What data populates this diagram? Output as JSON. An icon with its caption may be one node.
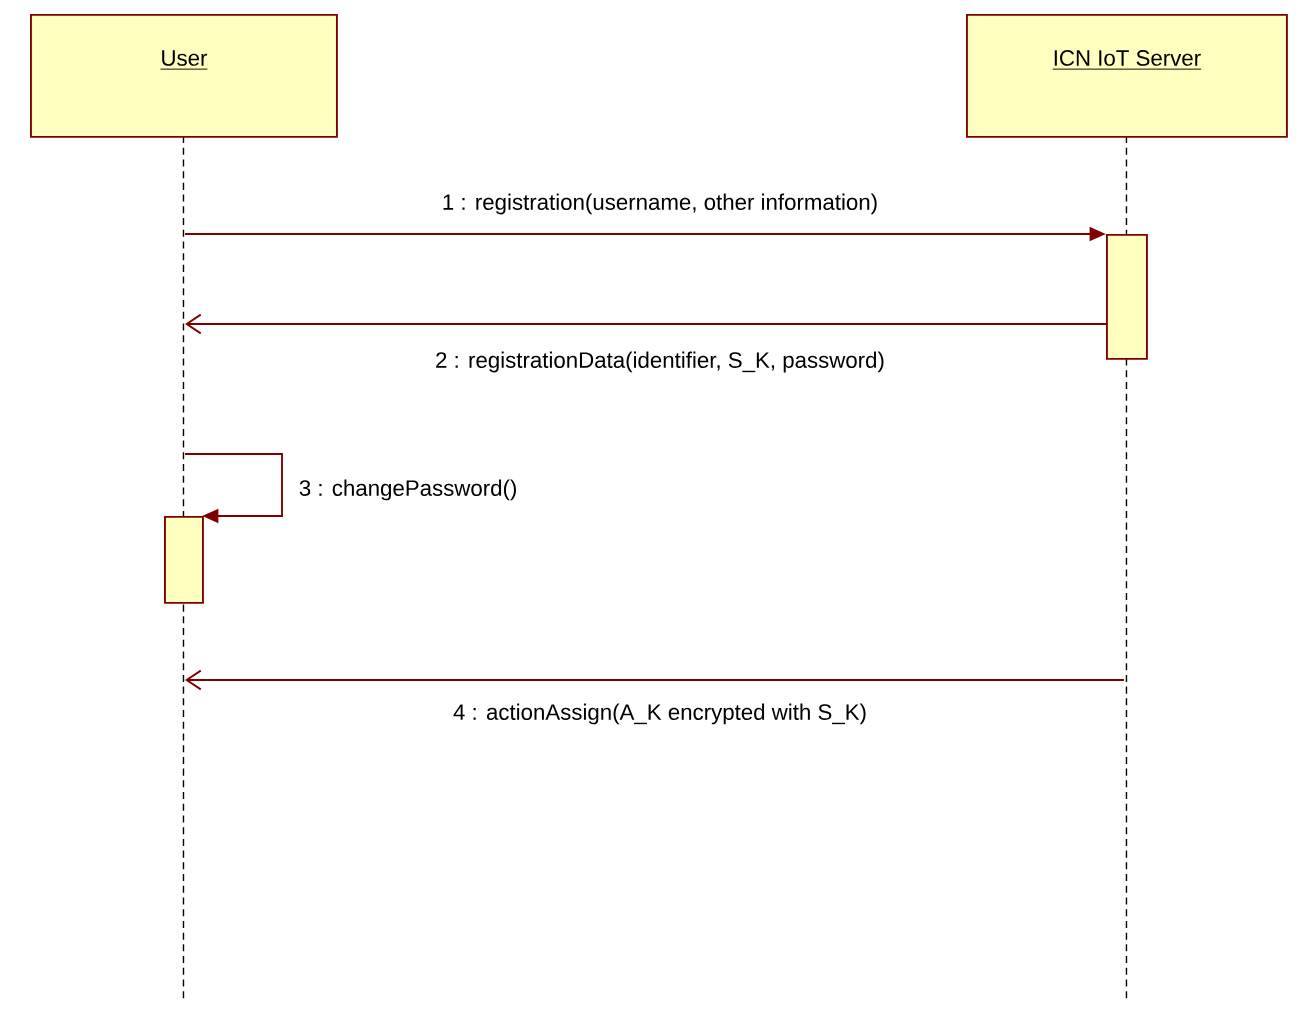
{
  "diagram": {
    "nodes": [
      {
        "text": [
          "User"
        ]
      },
      {
        "text": [
          "ICN IoT Server"
        ]
      },
      {
        "text": [],
        "shape": "line"
      },
      {
        "text": [],
        "shape": "line"
      },
      {
        "text": [],
        "shape": "bar"
      },
      {
        "text": [],
        "shape": "bar"
      }
    ],
    "edges": [
      {
        "from": 2,
        "to": 4,
        "arrow": "to",
        "label": "1 : registration(username, other information)"
      },
      {
        "from": 4,
        "to": 2,
        "arrow": "to",
        "label": "2 : registrationData(identifier, S_K, password)"
      },
      {
        "from": 2,
        "to": 5,
        "arrow": "to",
        "label": "3 : changePassword()"
      },
      {
        "from": 3,
        "to": 2,
        "arrow": "to",
        "label": "4 : actionAssign(A_K encrypted with S_K)"
      }
    ]
  }
}
